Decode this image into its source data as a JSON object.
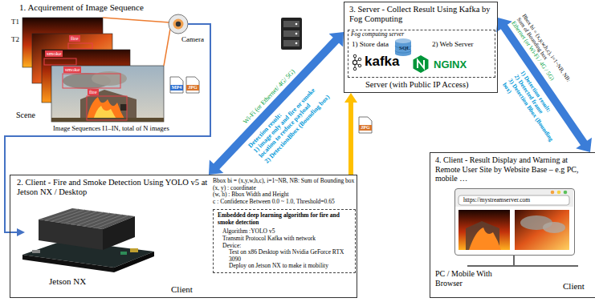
{
  "diagram": {
    "nodes": [
      {
        "text": [
          "2. Client - Fire and Smoke Detection Using YOLO v5 at Jetson NX / Desktop",
          "Bbox bi = (x,y,w,h,c), i=1~NB, NB: Sum of Bounding box",
          "(x, y) : coordinate",
          "(w, h) : Bbox Width and Height",
          "c : Confidence Between 0.0 ~ 1.0, Threshold=0.65",
          "Jetson NX",
          "Client"
        ]
      },
      {
        "text": [
          "Embedded deep learning algorithm for fire and smoke detection",
          "Algorithm :YOLO v5",
          "Transmit Protocol Kafka with network",
          "Device:",
          "Test on x86 Desktop with Nvidia GeForce RTX 3090",
          "Deploy on Jetson NX to make it mobility"
        ],
        "in": 0
      },
      {
        "text": [
          "3. Server - Collect Result Using Kafka by Fog Computing",
          "Server (with Public IP Access)"
        ]
      },
      {
        "text": [
          "Fog computing server",
          "1) Store data",
          "2) Web Server",
          "kafka",
          "SQL",
          "NGINX"
        ],
        "in": 2
      },
      {
        "text": [
          "4. Client - Result Display and Warning at Remote User Site by Website Base – e.g PC, mobile …",
          "PC / Mobile With Browser",
          "Client"
        ]
      },
      {
        "text": [
          "https://mystreamserver.com"
        ],
        "in": 4
      }
    ],
    "edges": [
      {
        "from": 0,
        "to": 2,
        "arrow": "both",
        "label": "Wi-Fi (or Ethernet/ 4G/ 5G)"
      },
      {
        "from": 0,
        "to": 2,
        "arrow": "to"
      },
      {
        "from": 2,
        "to": 4,
        "arrow": "both",
        "label": "Ethernet (or Wi-Fi / 4G / 5G)"
      }
    ],
    "labels": [
      "1. Acquirement of Image Sequence",
      "Camera",
      "T1",
      "T2",
      "Scene",
      "smoke",
      "fire",
      "smoke",
      "fire",
      "MP4",
      "JPG",
      "Image Sequences I1–IN, total of N images",
      "Detection result:",
      "1) image only and fire or smoke location to reduce payload",
      "2) DetectionBbox (Bounding box)",
      "JPG",
      "Bbox bi = (x,y,w,h,c), i=1~NB, NB: Sum of Bounding box",
      "1) Detection result:",
      "2) Detected frame",
      "3) Detection Bbox (Bounding box)"
    ]
  }
}
